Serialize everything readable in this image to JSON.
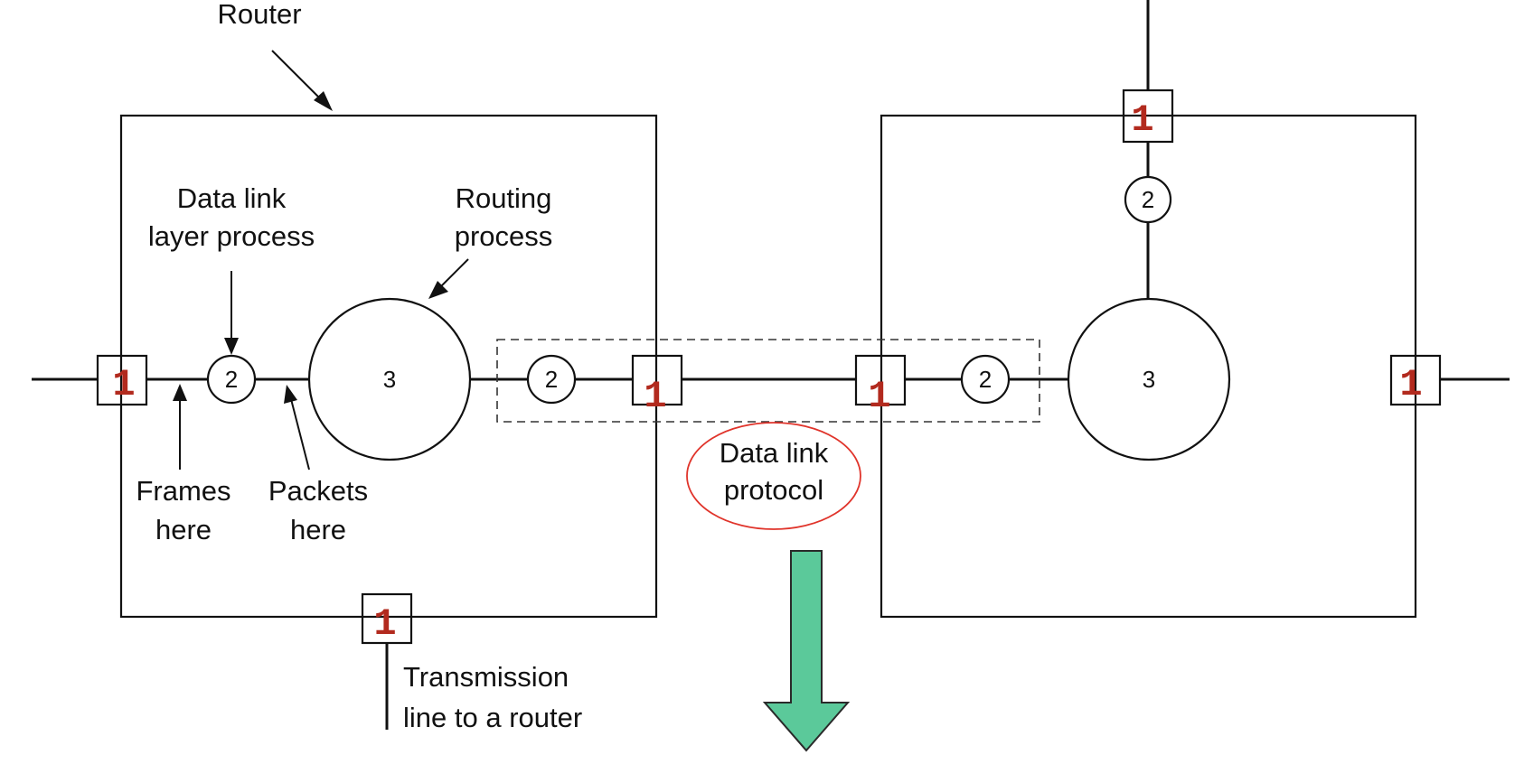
{
  "labels": {
    "router": "Router",
    "data_link_layer_process_1": "Data link",
    "data_link_layer_process_2": "layer process",
    "routing_process_1": "Routing",
    "routing_process_2": "process",
    "frames_here_1": "Frames",
    "frames_here_2": "here",
    "packets_here_1": "Packets",
    "packets_here_2": "here",
    "data_link_protocol_1": "Data link",
    "data_link_protocol_2": "protocol",
    "transmission_line_1": "Transmission",
    "transmission_line_2": "line to a router"
  },
  "nodes": {
    "physical": "1",
    "data_link": "2",
    "network": "3"
  },
  "colors": {
    "line": "#111111",
    "physical_text": "#b22a1e",
    "highlight_ellipse": "#e0342b",
    "arrow_fill": "#5bc99a",
    "arrow_stroke": "#2a2a2a"
  }
}
